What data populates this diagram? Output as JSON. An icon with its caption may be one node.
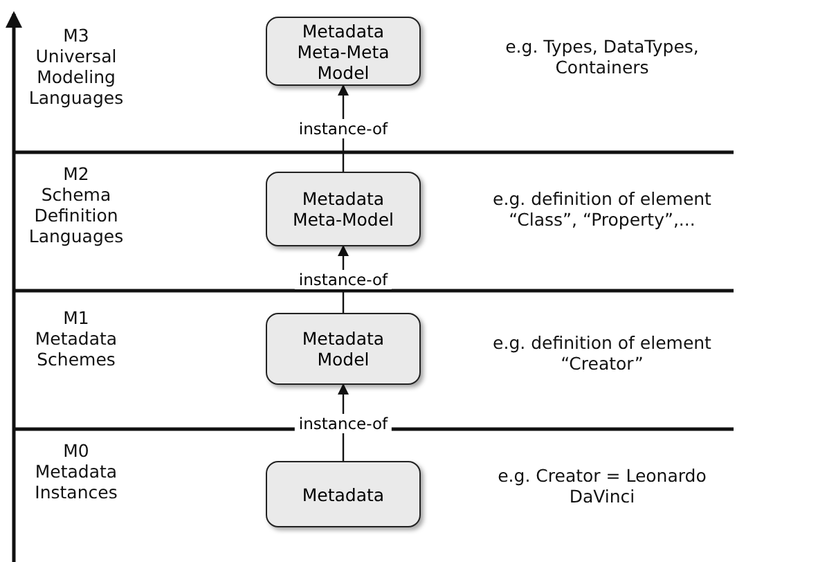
{
  "diagram": {
    "nodes": [
      {
        "text": [
          "Metadata Meta-Meta Model"
        ]
      },
      {
        "text": [
          "Metadata Meta-Model"
        ]
      },
      {
        "text": [
          "Metadata Model"
        ]
      },
      {
        "text": [
          "Metadata"
        ]
      }
    ],
    "edges": [
      {
        "from": 1,
        "to": 0,
        "arrow": "to",
        "label": "instance-of"
      },
      {
        "from": 2,
        "to": 1,
        "arrow": "to",
        "label": "instance-of"
      },
      {
        "from": 3,
        "to": 2,
        "arrow": "to",
        "label": "instance-of"
      }
    ],
    "labels": [
      "M3",
      "Universal Modeling Languages",
      "e.g. Types, DataTypes, Containers",
      "M2",
      "Schema Definition Languages",
      "e.g. definition of element “Class”, “Property”,...",
      "M1",
      "Metadata Schemes",
      "e.g. definition of element “Creator”",
      "M0",
      "Metadata Instances",
      "e.g. Creator = Leonardo DaVinci"
    ]
  }
}
